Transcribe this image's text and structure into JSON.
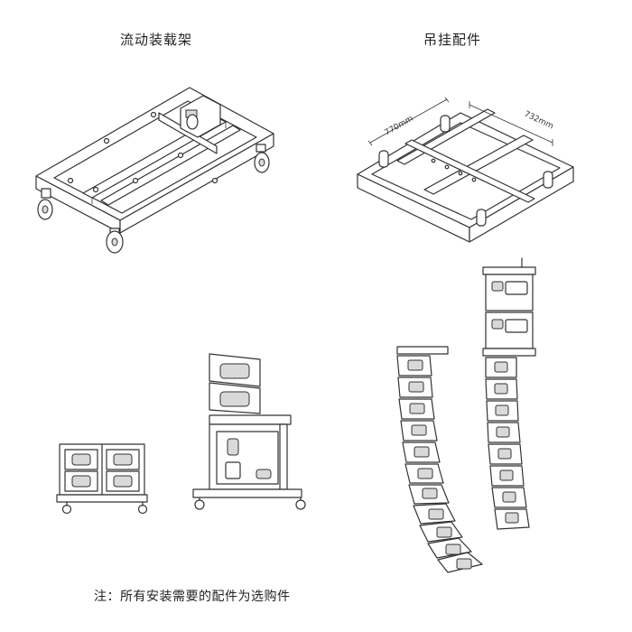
{
  "labels": {
    "flight_cart": "流动装载架",
    "rigging": "吊挂配件",
    "note": "注：所有安装需要的配件为选购件"
  },
  "dimensions": {
    "width": "770mm",
    "depth": "732mm"
  },
  "colors": {
    "line": "#333333",
    "background": "#ffffff",
    "text": "#222222"
  }
}
